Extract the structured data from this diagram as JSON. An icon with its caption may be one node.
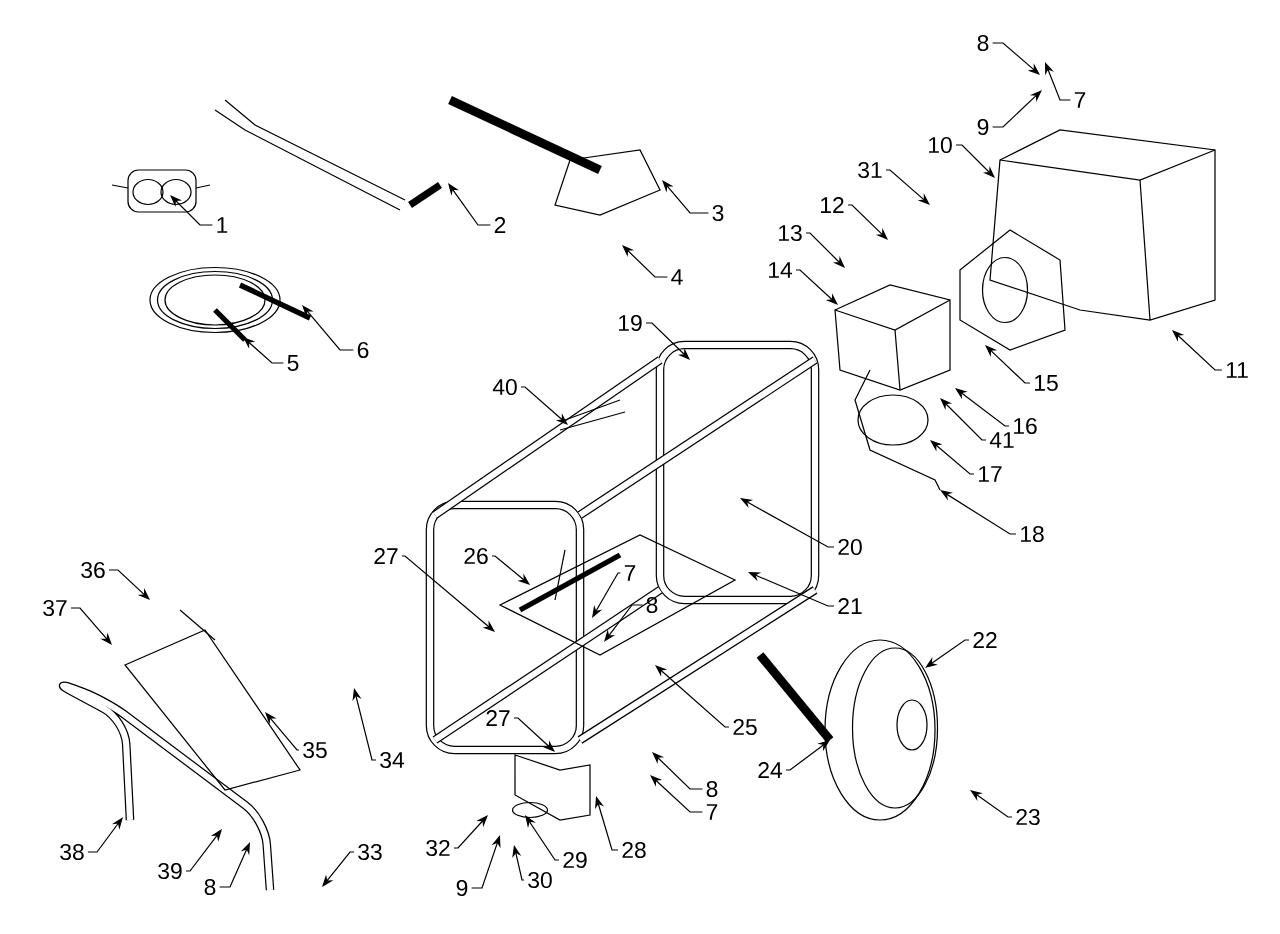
{
  "diagram": {
    "nodes": [
      {
        "text": [
          "1"
        ]
      },
      {
        "text": [
          "2"
        ]
      },
      {
        "text": [
          "3"
        ]
      },
      {
        "text": [
          "4"
        ]
      },
      {
        "text": [
          "5"
        ]
      },
      {
        "text": [
          "6"
        ]
      },
      {
        "text": [
          "7"
        ]
      },
      {
        "text": [
          "8"
        ]
      },
      {
        "text": [
          "9"
        ]
      },
      {
        "text": [
          "10"
        ]
      },
      {
        "text": [
          "31"
        ]
      },
      {
        "text": [
          "12"
        ]
      },
      {
        "text": [
          "13"
        ]
      },
      {
        "text": [
          "14"
        ]
      },
      {
        "text": [
          "11"
        ]
      },
      {
        "text": [
          "15"
        ]
      },
      {
        "text": [
          "16"
        ]
      },
      {
        "text": [
          "41"
        ]
      },
      {
        "text": [
          "17"
        ]
      },
      {
        "text": [
          "18"
        ]
      },
      {
        "text": [
          "19"
        ]
      },
      {
        "text": [
          "40"
        ]
      },
      {
        "text": [
          "20"
        ]
      },
      {
        "text": [
          "21"
        ]
      },
      {
        "text": [
          "22"
        ]
      },
      {
        "text": [
          "23"
        ]
      },
      {
        "text": [
          "24"
        ]
      },
      {
        "text": [
          "25"
        ]
      },
      {
        "text": [
          "26"
        ]
      },
      {
        "text": [
          "27"
        ]
      },
      {
        "text": [
          "7"
        ]
      },
      {
        "text": [
          "8"
        ]
      },
      {
        "text": [
          "36"
        ]
      },
      {
        "text": [
          "37"
        ]
      },
      {
        "text": [
          "35"
        ]
      },
      {
        "text": [
          "34"
        ]
      },
      {
        "text": [
          "27"
        ]
      },
      {
        "text": [
          "8"
        ]
      },
      {
        "text": [
          "7"
        ]
      },
      {
        "text": [
          "28"
        ]
      },
      {
        "text": [
          "38"
        ]
      },
      {
        "text": [
          "32"
        ]
      },
      {
        "text": [
          "9"
        ]
      },
      {
        "text": [
          "29"
        ]
      },
      {
        "text": [
          "30"
        ]
      },
      {
        "text": [
          "39"
        ]
      },
      {
        "text": [
          "8"
        ]
      },
      {
        "text": [
          "33"
        ]
      }
    ],
    "edges": [
      {
        "from": 0,
        "to": null,
        "arrow": "to"
      },
      {
        "from": 1,
        "to": null,
        "arrow": "to"
      },
      {
        "from": 2,
        "to": null,
        "arrow": "to"
      },
      {
        "from": 3,
        "to": null,
        "arrow": "to"
      },
      {
        "from": 4,
        "to": null,
        "arrow": "to"
      },
      {
        "from": 5,
        "to": null,
        "arrow": "to"
      },
      {
        "from": 6,
        "to": null,
        "arrow": "to"
      },
      {
        "from": 7,
        "to": null,
        "arrow": "to"
      },
      {
        "from": 8,
        "to": null,
        "arrow": "to"
      },
      {
        "from": 9,
        "to": null,
        "arrow": "to"
      },
      {
        "from": 10,
        "to": null,
        "arrow": "to"
      },
      {
        "from": 11,
        "to": null,
        "arrow": "to"
      },
      {
        "from": 12,
        "to": null,
        "arrow": "to"
      },
      {
        "from": 13,
        "to": null,
        "arrow": "to"
      },
      {
        "from": 14,
        "to": null,
        "arrow": "to"
      },
      {
        "from": 15,
        "to": null,
        "arrow": "to"
      },
      {
        "from": 16,
        "to": null,
        "arrow": "to"
      },
      {
        "from": 17,
        "to": null,
        "arrow": "to"
      },
      {
        "from": 18,
        "to": null,
        "arrow": "to"
      },
      {
        "from": 19,
        "to": null,
        "arrow": "to"
      },
      {
        "from": 20,
        "to": null,
        "arrow": "to"
      },
      {
        "from": 21,
        "to": null,
        "arrow": "to"
      },
      {
        "from": 22,
        "to": null,
        "arrow": "to"
      },
      {
        "from": 23,
        "to": null,
        "arrow": "to"
      },
      {
        "from": 24,
        "to": null,
        "arrow": "to"
      },
      {
        "from": 25,
        "to": null,
        "arrow": "to"
      },
      {
        "from": 26,
        "to": null,
        "arrow": "to"
      },
      {
        "from": 27,
        "to": null,
        "arrow": "to"
      },
      {
        "from": 28,
        "to": null,
        "arrow": "to"
      },
      {
        "from": 29,
        "to": null,
        "arrow": "to"
      },
      {
        "from": 30,
        "to": null,
        "arrow": "to"
      },
      {
        "from": 31,
        "to": null,
        "arrow": "to"
      },
      {
        "from": 32,
        "to": null,
        "arrow": "to"
      },
      {
        "from": 33,
        "to": null,
        "arrow": "to"
      },
      {
        "from": 34,
        "to": null,
        "arrow": "to"
      },
      {
        "from": 35,
        "to": null,
        "arrow": "to"
      },
      {
        "from": 36,
        "to": null,
        "arrow": "to"
      },
      {
        "from": 37,
        "to": null,
        "arrow": "to"
      },
      {
        "from": 38,
        "to": null,
        "arrow": "to"
      },
      {
        "from": 39,
        "to": null,
        "arrow": "to"
      },
      {
        "from": 40,
        "to": null,
        "arrow": "to"
      },
      {
        "from": 41,
        "to": null,
        "arrow": "to"
      },
      {
        "from": 42,
        "to": null,
        "arrow": "to"
      },
      {
        "from": 43,
        "to": null,
        "arrow": "to"
      },
      {
        "from": 44,
        "to": null,
        "arrow": "to"
      },
      {
        "from": 45,
        "to": null,
        "arrow": "to"
      },
      {
        "from": 46,
        "to": null,
        "arrow": "to"
      },
      {
        "from": 47,
        "to": null,
        "arrow": "to"
      }
    ]
  }
}
